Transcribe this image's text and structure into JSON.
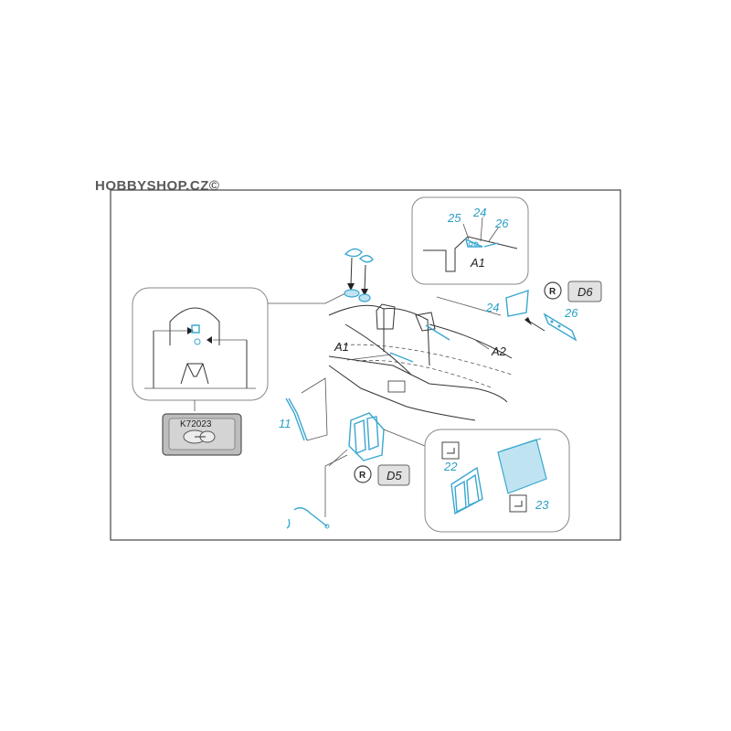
{
  "watermark": "HOBBYSHOP.CZ©",
  "detail_top": {
    "labels": [
      "25",
      "24",
      "26"
    ],
    "section": "A1"
  },
  "fuselage": {
    "label_a1": "A1",
    "label_a2": "A2"
  },
  "right_parts": {
    "label_24": "24",
    "label_26": "26"
  },
  "tags": {
    "d6": {
      "symbol": "R",
      "text": "D6"
    },
    "d5": {
      "symbol": "R",
      "text": "D5"
    }
  },
  "left_inset": {
    "fret_text": "K72023"
  },
  "part_11": "11",
  "bottom_inset": {
    "label_22": "22",
    "label_23": "23",
    "fold_icon": "fold-arrow"
  },
  "colors": {
    "part": "#3aa7cf",
    "line": "#333333",
    "bubble_border": "#888888"
  }
}
